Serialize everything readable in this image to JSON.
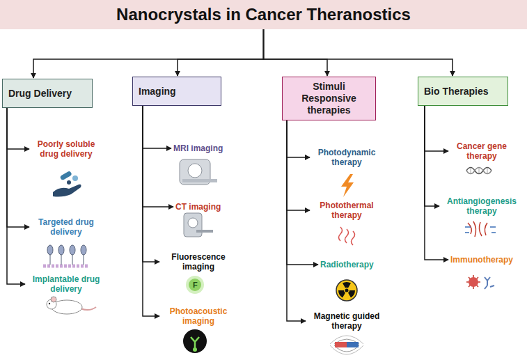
{
  "diagram": {
    "nodes": [
      {
        "text": [
          "Nanocrystals in Cancer Theranostics"
        ]
      },
      {
        "text": [
          "Drug Delivery"
        ]
      },
      {
        "text": [
          "Imaging"
        ]
      },
      {
        "text": [
          "Stimuli Responsive therapies"
        ]
      },
      {
        "text": [
          "Bio Therapies"
        ]
      },
      {
        "text": [
          "Poorly soluble drug delivery"
        ]
      },
      {
        "text": [
          "Targeted drug delivery"
        ]
      },
      {
        "text": [
          "Implantable drug delivery"
        ]
      },
      {
        "text": [
          "MRI imaging"
        ]
      },
      {
        "text": [
          "CT imaging"
        ]
      },
      {
        "text": [
          "Fluorescence imaging"
        ]
      },
      {
        "text": [
          "Photoacoustic imaging"
        ]
      },
      {
        "text": [
          "Photodynamic therapy"
        ]
      },
      {
        "text": [
          "Photothermal therapy"
        ]
      },
      {
        "text": [
          "Radiotherapy"
        ]
      },
      {
        "text": [
          "Magnetic guided therapy"
        ]
      },
      {
        "text": [
          "Cancer gene therapy"
        ]
      },
      {
        "text": [
          "Antiangiogenesis therapy"
        ]
      },
      {
        "text": [
          "Immunotherapy"
        ]
      }
    ],
    "edges": [
      {
        "from": 0,
        "to": 1,
        "arrow": "to"
      },
      {
        "from": 0,
        "to": 2,
        "arrow": "to"
      },
      {
        "from": 0,
        "to": 3,
        "arrow": "to"
      },
      {
        "from": 0,
        "to": 4,
        "arrow": "to"
      },
      {
        "from": 1,
        "to": 5,
        "arrow": "to"
      },
      {
        "from": 1,
        "to": 6,
        "arrow": "to"
      },
      {
        "from": 1,
        "to": 7,
        "arrow": "to"
      },
      {
        "from": 2,
        "to": 8,
        "arrow": "to"
      },
      {
        "from": 2,
        "to": 9,
        "arrow": "to"
      },
      {
        "from": 2,
        "to": 10,
        "arrow": "to"
      },
      {
        "from": 2,
        "to": 11,
        "arrow": "to"
      },
      {
        "from": 3,
        "to": 12,
        "arrow": "to"
      },
      {
        "from": 3,
        "to": 13,
        "arrow": "to"
      },
      {
        "from": 3,
        "to": 14,
        "arrow": "to"
      },
      {
        "from": 3,
        "to": 15,
        "arrow": "to"
      },
      {
        "from": 4,
        "to": 16,
        "arrow": "to"
      },
      {
        "from": 4,
        "to": 17,
        "arrow": "to"
      },
      {
        "from": 4,
        "to": 18,
        "arrow": "to"
      }
    ],
    "labels": [
      "F"
    ]
  }
}
